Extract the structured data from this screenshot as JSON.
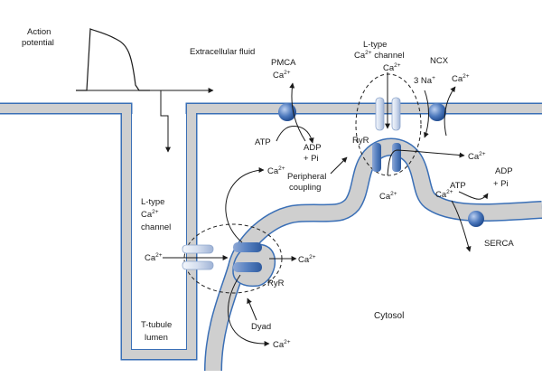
{
  "labels": {
    "action_potential_1": "Action",
    "action_potential_2": "potential",
    "extracellular_fluid": "Extracellular fluid",
    "pmca": "PMCA",
    "ca2": "Ca",
    "ca_sup": "2+",
    "ltype_top_1": "L-type",
    "ltype_top_2": "Ca",
    "ltype_top_2b": " channel",
    "ncx": "NCX",
    "three_na": "3 Na",
    "na_sup": "+",
    "atp": "ATP",
    "adp": "ADP",
    "pi": "+ Pi",
    "ryr": "RyR",
    "peripheral_1": "Peripheral",
    "peripheral_2": "coupling",
    "ltype_left_1": "L-type",
    "ltype_left_2": "Ca",
    "ltype_left_3": "channel",
    "dyad": "Dyad",
    "cytosol": "Cytosol",
    "t_tubule_1": "T-tubule",
    "t_tubule_2": "lumen",
    "serca": "SERCA"
  },
  "colors": {
    "membrane_fill": "#cfcfcf",
    "membrane_edge": "#3a6fb6",
    "protein_dark": "#4a74b4",
    "protein_light": "#c9d6ec"
  }
}
